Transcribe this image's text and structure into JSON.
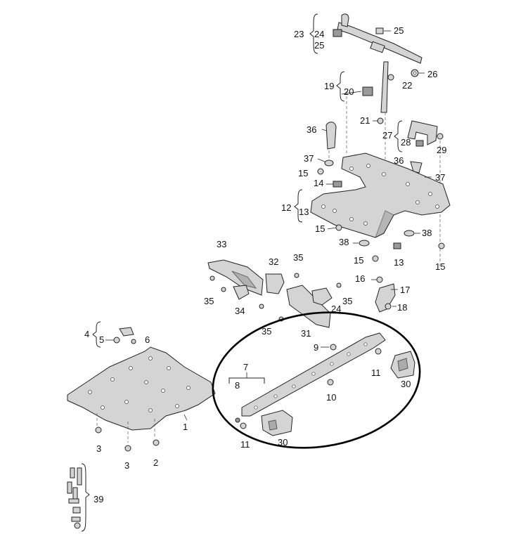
{
  "labels": [
    {
      "id": "l23",
      "text": "23"
    },
    {
      "id": "l24",
      "text": "24"
    },
    {
      "id": "l25a",
      "text": "25"
    },
    {
      "id": "l25b",
      "text": "25"
    },
    {
      "id": "l26",
      "text": "26"
    },
    {
      "id": "l19",
      "text": "19"
    },
    {
      "id": "l20",
      "text": "20"
    },
    {
      "id": "l22",
      "text": "22"
    },
    {
      "id": "l21",
      "text": "21"
    },
    {
      "id": "l27",
      "text": "27"
    },
    {
      "id": "l28",
      "text": "28"
    },
    {
      "id": "l29",
      "text": "29"
    },
    {
      "id": "l36a",
      "text": "36"
    },
    {
      "id": "l37a",
      "text": "37"
    },
    {
      "id": "l36b",
      "text": "36"
    },
    {
      "id": "l37b",
      "text": "37"
    },
    {
      "id": "l15a",
      "text": "15"
    },
    {
      "id": "l14",
      "text": "14"
    },
    {
      "id": "l12",
      "text": "12"
    },
    {
      "id": "l13a",
      "text": "13"
    },
    {
      "id": "l15b",
      "text": "15"
    },
    {
      "id": "l38a",
      "text": "38"
    },
    {
      "id": "l38b",
      "text": "38"
    },
    {
      "id": "l15c",
      "text": "15"
    },
    {
      "id": "l13b",
      "text": "13"
    },
    {
      "id": "l15d",
      "text": "15"
    },
    {
      "id": "l16",
      "text": "16"
    },
    {
      "id": "l17",
      "text": "17"
    },
    {
      "id": "l18",
      "text": "18"
    },
    {
      "id": "l33",
      "text": "33"
    },
    {
      "id": "l32",
      "text": "32"
    },
    {
      "id": "l35a",
      "text": "35"
    },
    {
      "id": "l35b",
      "text": "35"
    },
    {
      "id": "l34",
      "text": "34"
    },
    {
      "id": "l35c",
      "text": "35"
    },
    {
      "id": "l24b",
      "text": "24"
    },
    {
      "id": "l35d",
      "text": "35"
    },
    {
      "id": "l31",
      "text": "31"
    },
    {
      "id": "l4",
      "text": "4"
    },
    {
      "id": "l5",
      "text": "5"
    },
    {
      "id": "l6",
      "text": "6"
    },
    {
      "id": "l9",
      "text": "9"
    },
    {
      "id": "l7",
      "text": "7"
    },
    {
      "id": "l8",
      "text": "8"
    },
    {
      "id": "l11a",
      "text": "11"
    },
    {
      "id": "l30a",
      "text": "30"
    },
    {
      "id": "l10",
      "text": "10"
    },
    {
      "id": "l11b",
      "text": "11"
    },
    {
      "id": "l30b",
      "text": "30"
    },
    {
      "id": "l1",
      "text": "1"
    },
    {
      "id": "l3a",
      "text": "3"
    },
    {
      "id": "l3b",
      "text": "3"
    },
    {
      "id": "l2",
      "text": "2"
    },
    {
      "id": "l39",
      "text": "39"
    }
  ]
}
